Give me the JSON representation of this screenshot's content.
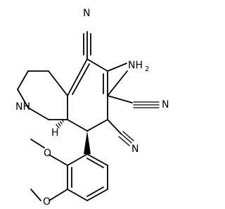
{
  "labels": {
    "nitrile_n": "N",
    "amine_nh": "NH",
    "amine_sub": "2",
    "ring_nh": "NH",
    "stereo_h": "H",
    "methoxy_o": "O"
  }
}
